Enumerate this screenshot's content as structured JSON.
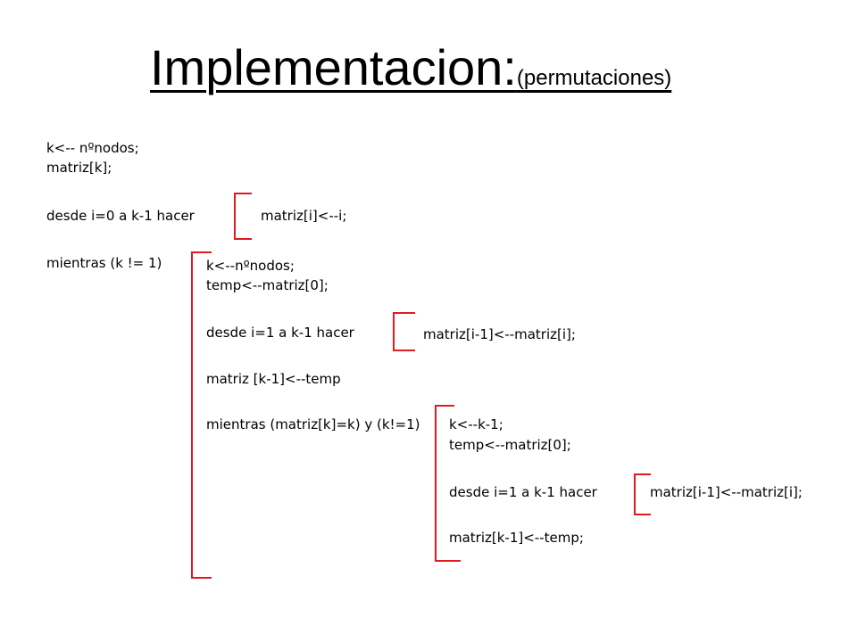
{
  "title": {
    "main": "Implementacion:",
    "sub": "(permutaciones)"
  },
  "code": {
    "l1": "k<-- nºnodos;",
    "l2": "matriz[k];",
    "l3": "desde i=0 a k-1 hacer",
    "l3_body": "matriz[i]<--i;",
    "l4": "mientras (k != 1)",
    "loop1": {
      "l1": "k<--nºnodos;",
      "l2": "temp<--matriz[0];",
      "l3": "desde i=1 a k-1 hacer",
      "l3_body": "matriz[i-1]<--matriz[i];",
      "l4": "matriz [k-1]<--temp",
      "l5": "mientras (matriz[k]=k) y (k!=1)",
      "loop2": {
        "l1": "k<--k-1;",
        "l2": "temp<--matriz[0];",
        "l3": "desde i=1 a k-1 hacer",
        "l3_body": "matriz[i-1]<--matriz[i];",
        "l4": "matriz[k-1]<--temp;"
      }
    }
  },
  "colors": {
    "text": "#000000",
    "bracket": "#e01a22",
    "background": "#ffffff"
  }
}
